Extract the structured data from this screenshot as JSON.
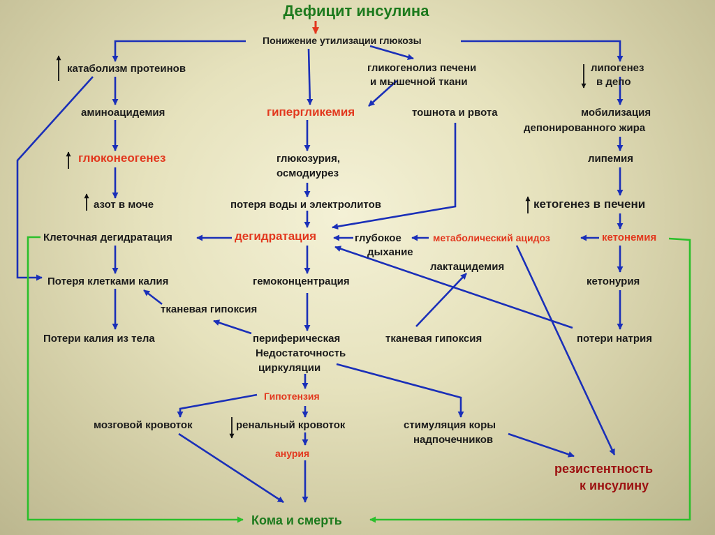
{
  "title": "Дефицит инсулина",
  "nodes": {
    "glucose_use": "Понижение утилизации  глюкозы",
    "protein_catabolism": "катаболизм протеинов",
    "glycogenolysis_1": "гликогенолиз печени",
    "glycogenolysis_2": "и мышечной ткани",
    "lipogenesis_1": "липогенез",
    "lipogenesis_2": "в депо",
    "aminoacidemia": "аминоацидемия",
    "hyperglycemia": "гипергликемия",
    "nausea": "тошнота и рвота",
    "mobilization_1": "мобилизация",
    "mobilization_2": "депонированного жира",
    "gluconeogenesis": "глюконеогенез",
    "glucosuria_1": "глюкозурия,",
    "glucosuria_2": "осмодиурез",
    "lipemia": "липемия",
    "urine_nitrogen": "азот в моче",
    "water_loss": "потеря воды и электролитов",
    "ketogenesis": "кетогенез в печени",
    "cell_dehydration": "Клеточная дегидратация",
    "dehydration": "дегидратация",
    "deep_breath_1": "глубокое",
    "deep_breath_2": "дыхание",
    "acidosis": "метаболический ацидоз",
    "ketonemia": "кетонемия",
    "lactacidemia": "лактацидемия",
    "potassium_cells": "Потеря  клетками  калия",
    "hemoconcentration": "гемоконцентрация",
    "ketonuria": "кетонурия",
    "tissue_hypoxia_left": "тканевая гипоксия",
    "potassium_body": "Потери калия из тела",
    "peripheral_1": "периферическая",
    "peripheral_2": "Недостаточность",
    "peripheral_3": "циркуляции",
    "tissue_hypoxia_right": "тканевая гипоксия",
    "sodium_loss": "потери натрия",
    "hypotension": "Гипотензия",
    "brain_flow": "мозговой  кровоток",
    "renal_flow": "ренальный кровоток",
    "adrenal_1": "стимуляция коры",
    "adrenal_2": "надпочечников",
    "anuria": "анурия",
    "resistance_1": "резистентность",
    "resistance_2": "к  инсулину",
    "coma": "Кома и смерть"
  },
  "colors": {
    "arrow_blue": "#1a2fb8",
    "arrow_green": "#2bbf2b",
    "arrow_red": "#e2381e",
    "accent_red": "#e2381e",
    "accent_green": "#1d7a1d"
  }
}
